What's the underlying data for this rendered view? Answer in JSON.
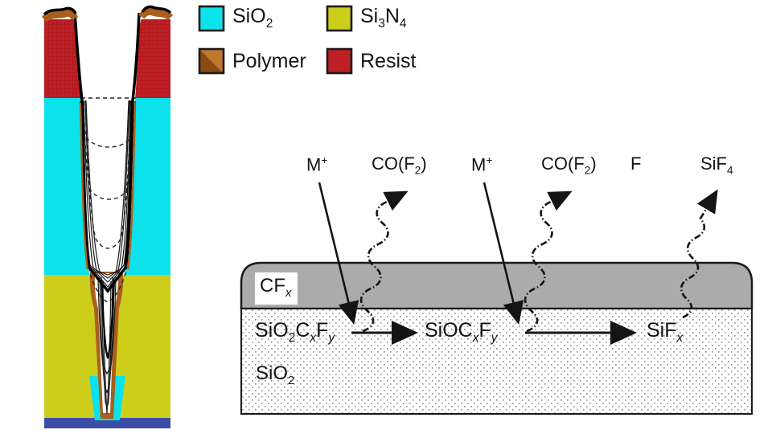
{
  "colors": {
    "sio2": "#0ce2ec",
    "si3n4": "#ccce1b",
    "resist": "#bf1f24",
    "resist_grid": "#9e1418",
    "polymer_light": "#c0772e",
    "polymer_dark": "#8a4a12",
    "polymer_line": "#a8601c",
    "substrate": "#3c4da6",
    "cfx_gray": "#ababab",
    "outline": "#1a1a1a",
    "stipple_dot": "#999999"
  },
  "legend": {
    "items": [
      {
        "id": "sio2",
        "label": [
          {
            "t": "SiO"
          },
          {
            "t": "2",
            "sub": true
          }
        ]
      },
      {
        "id": "si3n4",
        "label": [
          {
            "t": "Si"
          },
          {
            "t": "3",
            "sub": true
          },
          {
            "t": "N"
          },
          {
            "t": "4",
            "sub": true
          }
        ]
      },
      {
        "id": "polymer",
        "label": [
          {
            "t": "Polymer"
          }
        ]
      },
      {
        "id": "resist",
        "label": [
          {
            "t": "Resist"
          }
        ]
      }
    ]
  },
  "reaction": {
    "gas_labels": {
      "ion1": [
        {
          "t": "M"
        },
        {
          "t": "+",
          "sup": true
        }
      ],
      "cof2_1": [
        {
          "t": "CO(F"
        },
        {
          "t": "2",
          "sub": true
        },
        {
          "t": ")"
        }
      ],
      "ion2": [
        {
          "t": "M"
        },
        {
          "t": "+",
          "sup": true
        }
      ],
      "cof2_2": [
        {
          "t": "CO(F"
        },
        {
          "t": "2",
          "sub": true
        },
        {
          "t": ")"
        }
      ],
      "f": [
        {
          "t": "F"
        }
      ],
      "sif4": [
        {
          "t": "SiF"
        },
        {
          "t": "4",
          "sub": true
        }
      ]
    },
    "film_label": [
      {
        "t": "CF"
      },
      {
        "t": "x",
        "sub": true,
        "i": true
      }
    ],
    "bulk_label": [
      {
        "t": "SiO"
      },
      {
        "t": "2",
        "sub": true
      }
    ],
    "surface_species": {
      "s1": [
        {
          "t": "SiO"
        },
        {
          "t": "2",
          "sub": true
        },
        {
          "t": "C"
        },
        {
          "t": "x",
          "sub": true,
          "i": true
        },
        {
          "t": "F"
        },
        {
          "t": "y",
          "sub": true,
          "i": true
        }
      ],
      "s2": [
        {
          "t": "SiOC"
        },
        {
          "t": "x",
          "sub": true,
          "i": true
        },
        {
          "t": "F"
        },
        {
          "t": "y",
          "sub": true,
          "i": true
        }
      ],
      "s3": [
        {
          "t": "SiF"
        },
        {
          "t": "x",
          "sub": true,
          "i": true
        }
      ]
    }
  }
}
